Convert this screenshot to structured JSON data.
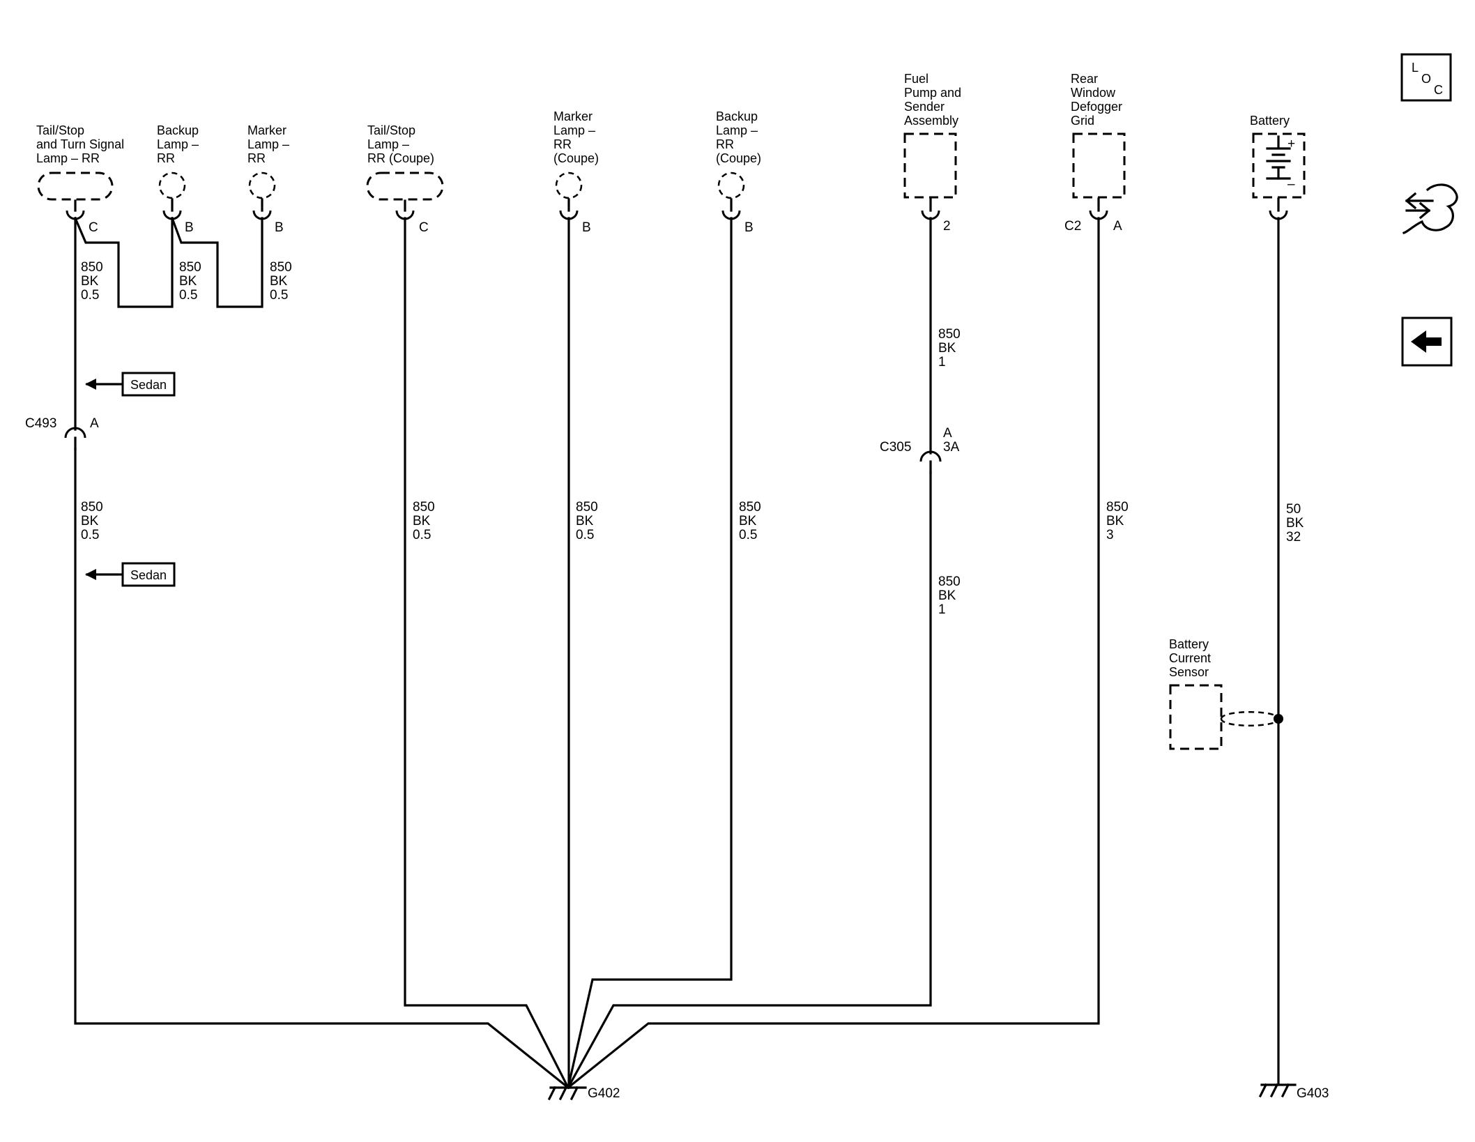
{
  "components": {
    "tail_stop_turn_rr": [
      "Tail/Stop",
      "and Turn Signal",
      "Lamp – RR"
    ],
    "backup_rr": [
      "Backup",
      "Lamp –",
      "RR"
    ],
    "marker_rr": [
      "Marker",
      "Lamp –",
      "RR"
    ],
    "tail_stop_coupe": [
      "Tail/Stop",
      "Lamp –",
      "RR (Coupe)"
    ],
    "marker_coupe": [
      "Marker",
      "Lamp –",
      "RR",
      "(Coupe)"
    ],
    "backup_coupe": [
      "Backup",
      "Lamp –",
      "RR",
      "(Coupe)"
    ],
    "fuel_pump": [
      "Fuel",
      "Pump and",
      "Sender",
      "Assembly"
    ],
    "rear_defogger": [
      "Rear",
      "Window",
      "Defogger",
      "Grid"
    ],
    "battery": [
      "Battery"
    ],
    "battery_current_sensor": [
      "Battery",
      "Current",
      "Sensor"
    ]
  },
  "pins": {
    "tail_stop_turn_rr": "C",
    "backup_rr": "B",
    "marker_rr": "B",
    "tail_stop_coupe": "C",
    "marker_coupe": "B",
    "backup_coupe": "B",
    "fuel_pump": "2",
    "defogger_connector": "C2",
    "defogger_pin": "A",
    "c493_pin": "A",
    "c305_pin_a": "A",
    "c305_pin_3a": "3A"
  },
  "connectors": {
    "c493": "C493",
    "c305": "C305"
  },
  "wires": {
    "w_tail_upper": [
      "850",
      "BK",
      "0.5"
    ],
    "w_backup_upper": [
      "850",
      "BK",
      "0.5"
    ],
    "w_marker_upper": [
      "850",
      "BK",
      "0.5"
    ],
    "w_tail_lower": [
      "850",
      "BK",
      "0.5"
    ],
    "w_tail_coupe": [
      "850",
      "BK",
      "0.5"
    ],
    "w_marker_coupe": [
      "850",
      "BK",
      "0.5"
    ],
    "w_backup_coupe": [
      "850",
      "BK",
      "0.5"
    ],
    "w_fuel_upper": [
      "850",
      "BK",
      "1"
    ],
    "w_fuel_lower": [
      "850",
      "BK",
      "1"
    ],
    "w_defogger": [
      "850",
      "BK",
      "3"
    ],
    "w_battery": [
      "50",
      "BK",
      "32"
    ]
  },
  "tags": {
    "sedan_upper": "Sedan",
    "sedan_lower": "Sedan"
  },
  "grounds": {
    "g402": "G402",
    "g403": "G403"
  },
  "battery_symbols": {
    "plus": "+",
    "minus": "–"
  },
  "nav": {
    "loc_l": "L",
    "loc_o": "O",
    "loc_c": "C"
  },
  "icons": {
    "loc": "location-view-icon",
    "harness": "harness-connector-icon",
    "back": "back-arrow-icon"
  }
}
